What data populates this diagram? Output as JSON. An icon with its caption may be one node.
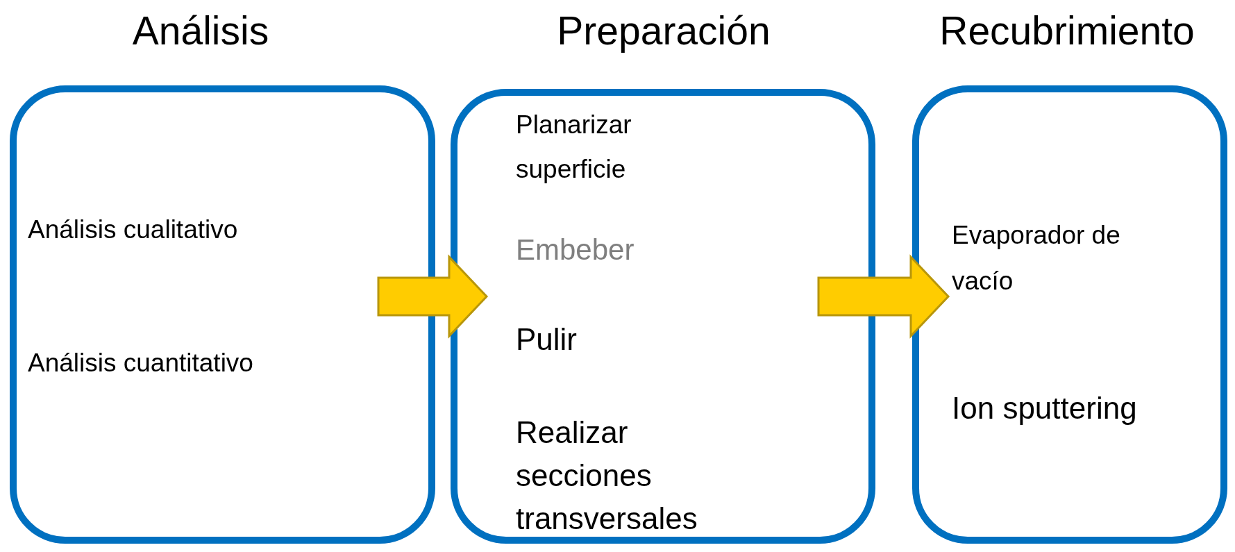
{
  "diagram": {
    "nodes": [
      {
        "text": [
          "Análisis",
          "Análisis cualitativo",
          "Análisis cuantitativo"
        ]
      },
      {
        "text": [
          "Preparación",
          "Planarizar superficie",
          "Embeber",
          "Pulir",
          "Realizar secciones transversales"
        ]
      },
      {
        "text": [
          "Recubrimiento",
          "Evaporador de vacío",
          "Ion sputtering"
        ]
      }
    ],
    "edges": [
      {
        "from": 0,
        "to": 1,
        "arrow": "to"
      },
      {
        "from": 1,
        "to": 2,
        "arrow": "to"
      }
    ]
  }
}
